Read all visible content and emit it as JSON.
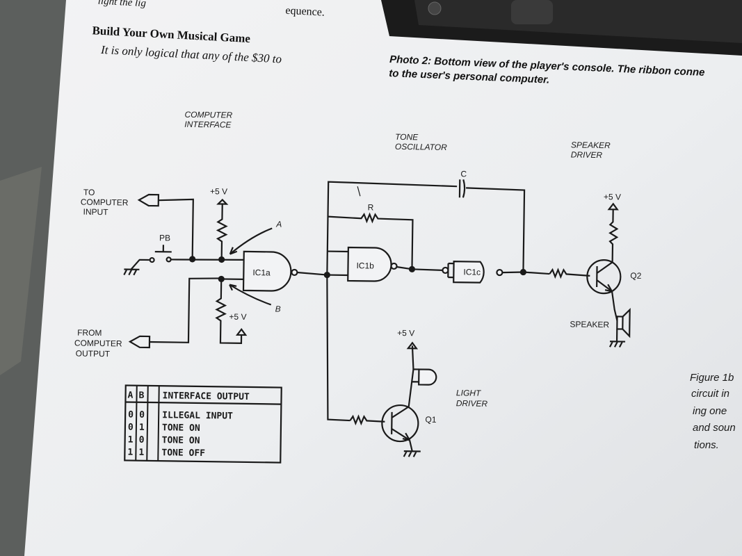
{
  "article": {
    "top_left": "light the lig",
    "top_mid": "equence.",
    "heading": "Build Your Own Musical Game",
    "body_line": "It is only logical that any of the $30 to"
  },
  "photo_caption": {
    "line1": "Photo 2: Bottom view of the player's console. The ribbon conne",
    "line2": "to the user's personal computer."
  },
  "sections": {
    "computer_interface_1": "COMPUTER",
    "computer_interface_2": "INTERFACE",
    "tone_oscillator_1": "TONE",
    "tone_oscillator_2": "OSCILLATOR",
    "speaker_driver_1": "SPEAKER",
    "speaker_driver_2": "DRIVER",
    "light_driver_1": "LIGHT",
    "light_driver_2": "DRIVER"
  },
  "labels": {
    "to_computer_1": "TO",
    "to_computer_2": "COMPUTER",
    "to_computer_3": "INPUT",
    "from_computer_1": "FROM",
    "from_computer_2": "COMPUTER",
    "from_computer_3": "OUTPUT",
    "pb": "PB",
    "v_a": "+5 V",
    "v_b": "+5 V",
    "v_light": "+5 V",
    "v_speaker": "+5 V",
    "node_a": "A",
    "node_b": "B",
    "ic1a": "IC1a",
    "ic1b": "IC1b",
    "ic1c": "IC1c",
    "cap": "C",
    "res": "R",
    "q1": "Q1",
    "q2": "Q2",
    "speaker": "SPEAKER"
  },
  "truth_table": {
    "headers": [
      "A",
      "B",
      "INTERFACE OUTPUT"
    ],
    "rows": [
      [
        "0",
        "0",
        "ILLEGAL INPUT"
      ],
      [
        "0",
        "1",
        "TONE ON"
      ],
      [
        "1",
        "0",
        "TONE ON"
      ],
      [
        "1",
        "1",
        "TONE OFF"
      ]
    ]
  },
  "figure_caption": {
    "line1": "Figure 1b",
    "line2": "circuit in",
    "line3": "ing one",
    "line4": "and soun",
    "line5": "tions."
  }
}
